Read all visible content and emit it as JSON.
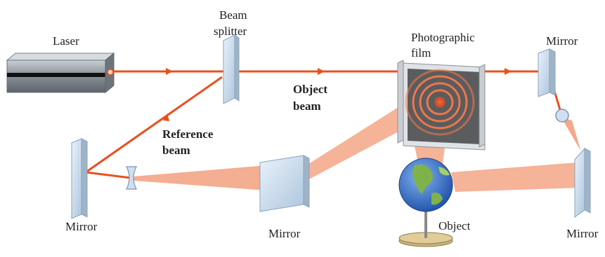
{
  "labels": {
    "laser": "Laser",
    "beam_splitter_line1": "Beam",
    "beam_splitter_line2": "splitter",
    "film_line1": "Photographic",
    "film_line2": "film",
    "mirror_top_right": "Mirror",
    "object_beam_line1": "Object",
    "object_beam_line2": "beam",
    "reference_beam_line1": "Reference",
    "reference_beam_line2": "beam",
    "mirror_left": "Mirror",
    "mirror_center": "Mirror",
    "object": "Object",
    "mirror_bottom_right": "Mirror"
  },
  "colors": {
    "beam": "#e8501e",
    "beam_spread": "#f2a07e",
    "mirror_glass": "#cfe0f2",
    "mirror_frame": "#9fb4c8",
    "laser_body": "#8c949c",
    "film_dark": "#4a4a4a",
    "globe_ocean": "#2f6fd6",
    "globe_land": "#7fb24a",
    "stand": "#b8a070"
  },
  "icons": {
    "laser": "laser-device-icon",
    "splitter": "beam-splitter-icon",
    "lens": "diverging-lens-icon",
    "globe": "globe-icon"
  }
}
